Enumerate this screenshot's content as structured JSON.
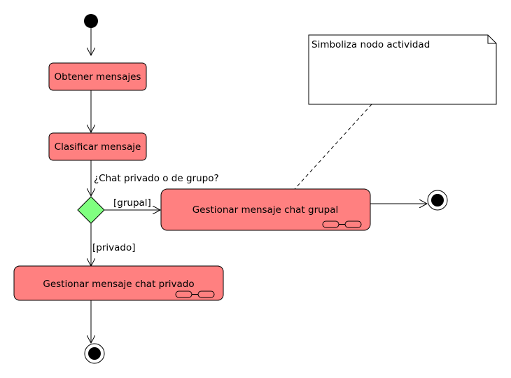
{
  "diagram": {
    "type": "uml-activity",
    "colors": {
      "action_fill": "#FF8080",
      "decision_fill": "#80FF80",
      "note_fill": "#FFFFFF",
      "stroke": "#000000"
    },
    "actions": {
      "obtener": "Obtener mensajes",
      "clasificar": "Clasificar mensaje",
      "grupal": "Gestionar mensaje chat grupal",
      "privado": "Gestionar mensaje chat privado"
    },
    "decision": {
      "question": "¿Chat privado o de grupo?",
      "guard_grupal": "[grupal]",
      "guard_privado": "[privado]"
    },
    "note": {
      "text": "Simboliza nodo actividad"
    },
    "icons": {
      "start": "initial-node-icon",
      "final": "activity-final-icon",
      "call_behavior": "rake-icon"
    }
  }
}
